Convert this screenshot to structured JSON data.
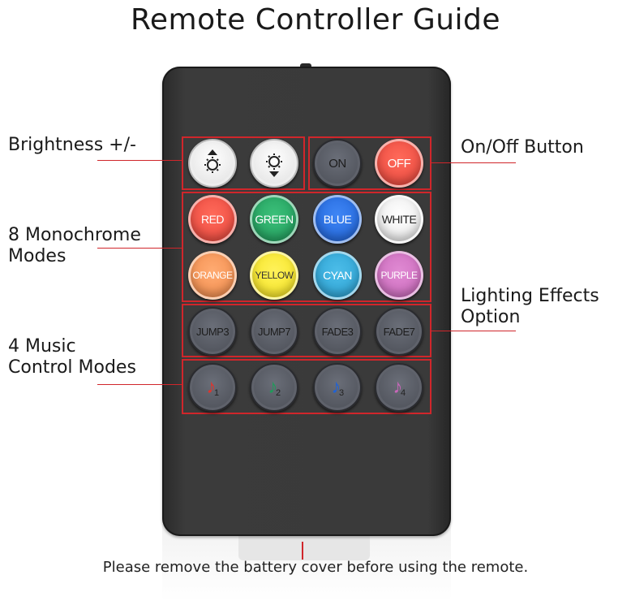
{
  "title": "Remote Controller Guide",
  "footer": "Please remove the battery cover before using the remote.",
  "labels": {
    "brightness": "Brightness +/-",
    "monochrome_1": "8 Monochrome",
    "monochrome_2": "Modes",
    "music_1": "4 Music",
    "music_2": "Control Modes",
    "onoff": "On/Off Button",
    "effects_1": "Lighting Effects",
    "effects_2": "Option"
  },
  "buttons": {
    "on": "ON",
    "off": "OFF",
    "red": "RED",
    "green": "GREEN",
    "blue": "BLUE",
    "white": "WHITE",
    "orange": "ORANGE",
    "yellow": "YELLOW",
    "cyan": "CYAN",
    "purple": "PURPLE",
    "jump3": "JUMP3",
    "jump7": "JUMP7",
    "fade3": "FADE3",
    "fade7": "FADE7",
    "music1": "1",
    "music2": "2",
    "music3": "3",
    "music4": "4"
  },
  "colors": {
    "accent_line": "#d0262b",
    "red": "#e8463c",
    "green": "#1f9a5a",
    "blue": "#1f62d6",
    "white": "#f3f3f3",
    "orange": "#f08a4a",
    "yellow": "#f4e21e",
    "cyan": "#2a9fd0",
    "purple": "#c867b9"
  }
}
